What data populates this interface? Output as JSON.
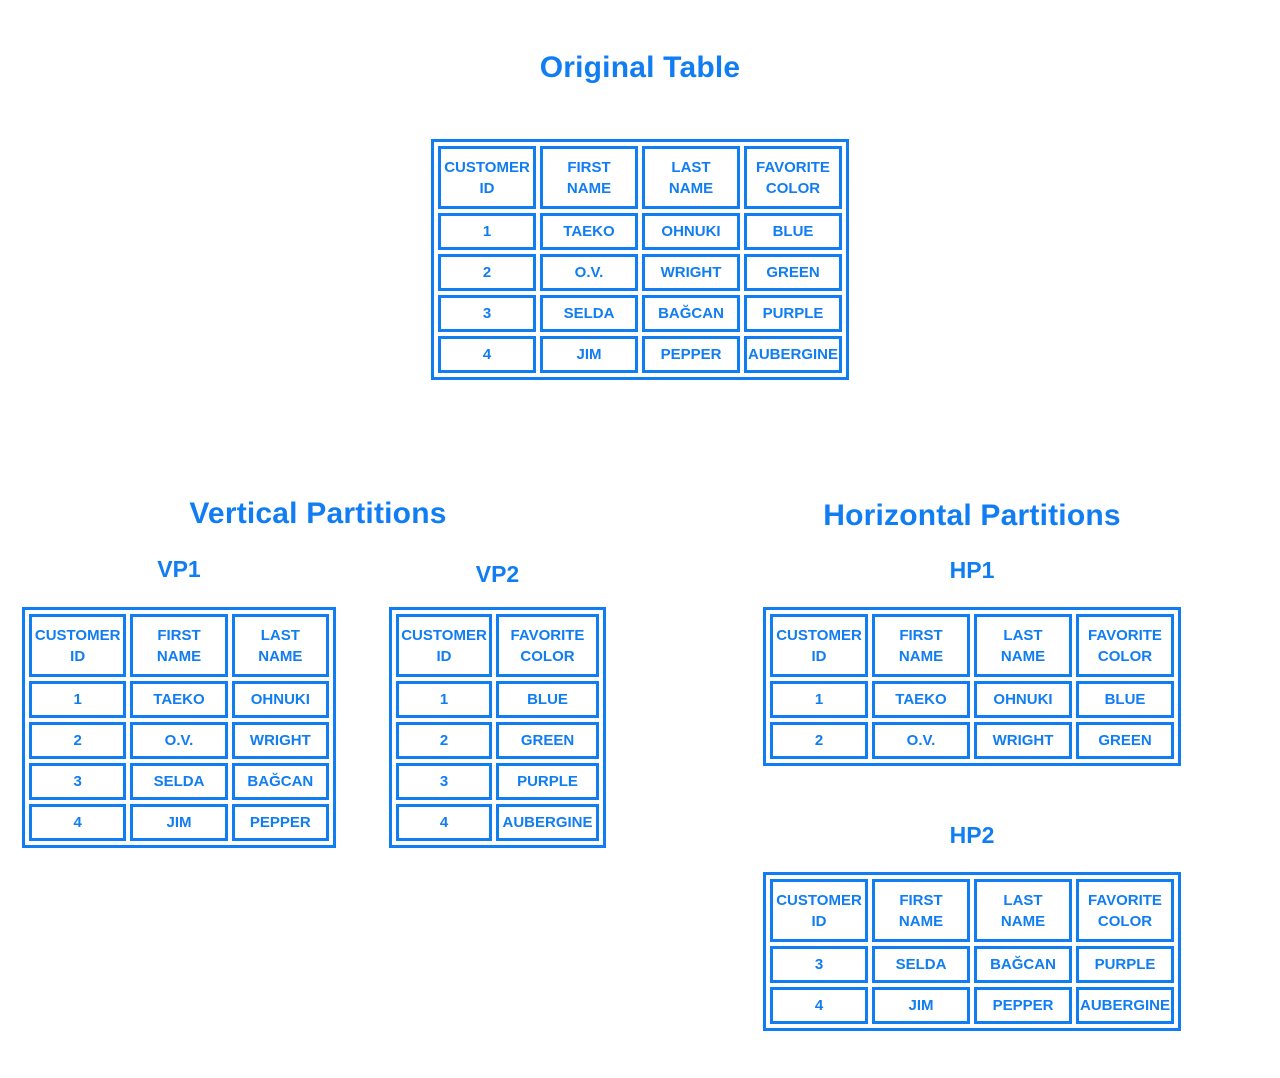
{
  "colors": {
    "accent": "#117df2",
    "background": "#ffffff"
  },
  "titles": {
    "original": "Original Table",
    "vertical": "Vertical Partitions",
    "horizontal": "Horizontal Partitions"
  },
  "labels": {
    "vp1": "VP1",
    "vp2": "VP2",
    "hp1": "HP1",
    "hp2": "HP2"
  },
  "tables": {
    "original": {
      "columns": [
        "CUSTOMER ID",
        "FIRST NAME",
        "LAST NAME",
        "FAVORITE COLOR"
      ],
      "rows": [
        [
          "1",
          "TAEKO",
          "OHNUKI",
          "BLUE"
        ],
        [
          "2",
          "O.V.",
          "WRIGHT",
          "GREEN"
        ],
        [
          "3",
          "SELDA",
          "BAĞCAN",
          "PURPLE"
        ],
        [
          "4",
          "JIM",
          "PEPPER",
          "AUBERGINE"
        ]
      ]
    },
    "vp1": {
      "columns": [
        "CUSTOMER ID",
        "FIRST NAME",
        "LAST NAME"
      ],
      "rows": [
        [
          "1",
          "TAEKO",
          "OHNUKI"
        ],
        [
          "2",
          "O.V.",
          "WRIGHT"
        ],
        [
          "3",
          "SELDA",
          "BAĞCAN"
        ],
        [
          "4",
          "JIM",
          "PEPPER"
        ]
      ]
    },
    "vp2": {
      "columns": [
        "CUSTOMER ID",
        "FAVORITE COLOR"
      ],
      "rows": [
        [
          "1",
          "BLUE"
        ],
        [
          "2",
          "GREEN"
        ],
        [
          "3",
          "PURPLE"
        ],
        [
          "4",
          "AUBERGINE"
        ]
      ]
    },
    "hp1": {
      "columns": [
        "CUSTOMER ID",
        "FIRST NAME",
        "LAST NAME",
        "FAVORITE COLOR"
      ],
      "rows": [
        [
          "1",
          "TAEKO",
          "OHNUKI",
          "BLUE"
        ],
        [
          "2",
          "O.V.",
          "WRIGHT",
          "GREEN"
        ]
      ]
    },
    "hp2": {
      "columns": [
        "CUSTOMER ID",
        "FIRST NAME",
        "LAST NAME",
        "FAVORITE COLOR"
      ],
      "rows": [
        [
          "3",
          "SELDA",
          "BAĞCAN",
          "PURPLE"
        ],
        [
          "4",
          "JIM",
          "PEPPER",
          "AUBERGINE"
        ]
      ]
    }
  }
}
